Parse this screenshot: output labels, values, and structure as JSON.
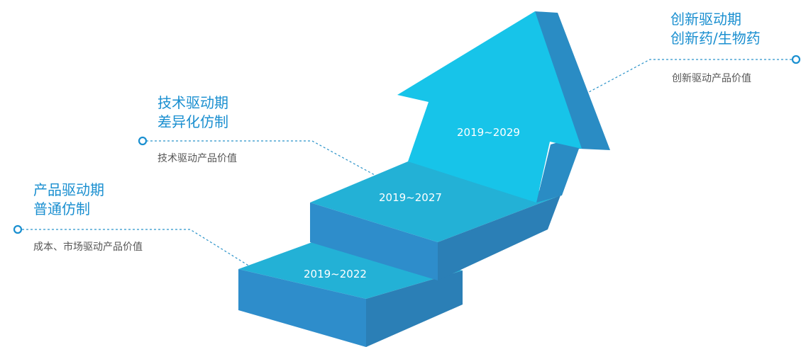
{
  "colors": {
    "accent": "#1a8fd0",
    "arrow_top": "#17c4e9",
    "arrow_side": "#2a8cc4",
    "step_top": "#23b1d6",
    "step_front": "#2e8dcb",
    "step_side": "#2b7fb6",
    "connector": "#2b93c9",
    "subtitle_text": "#555555",
    "year_text": "#ffffff"
  },
  "stages": [
    {
      "title_line1": "产品驱动期",
      "title_line2": "普通仿制",
      "subtitle": "成本、市场驱动产品价值",
      "years": "2019~2022"
    },
    {
      "title_line1": "技术驱动期",
      "title_line2": "差异化仿制",
      "subtitle": "技术驱动产品价值",
      "years": "2019~2027"
    },
    {
      "title_line1": "创新驱动期",
      "title_line2": "创新药/生物药",
      "subtitle": "创新驱动产品价值",
      "years": "2019~2029"
    }
  ]
}
